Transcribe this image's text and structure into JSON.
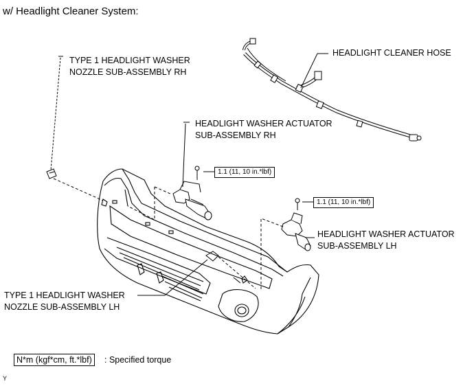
{
  "heading": "w/ Headlight Cleaner System:",
  "callouts": {
    "hose": "HEADLIGHT CLEANER HOSE",
    "nozzle_rh_line1": "TYPE 1 HEADLIGHT WASHER",
    "nozzle_rh_line2": "NOZZLE SUB-ASSEMBLY RH",
    "actuator_rh_line1": "HEADLIGHT WASHER ACTUATOR",
    "actuator_rh_line2": "SUB-ASSEMBLY RH",
    "actuator_lh_line1": "HEADLIGHT WASHER ACTUATOR",
    "actuator_lh_line2": "SUB-ASSEMBLY LH",
    "nozzle_lh_line1": "TYPE 1 HEADLIGHT WASHER",
    "nozzle_lh_line2": "NOZZLE SUB-ASSEMBLY LH"
  },
  "torque": {
    "rh": "1.1 (11, 10 in.*lbf)",
    "lh": "1.1 (11, 10 in.*lbf)"
  },
  "legend": {
    "unit": "N*m (kgf*cm, ft.*lbf)",
    "description": ": Specified torque"
  },
  "figure_code": "Y"
}
